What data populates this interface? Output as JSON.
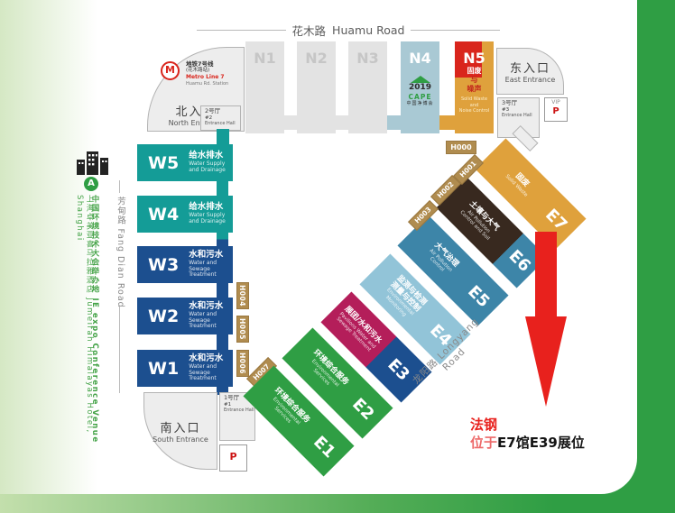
{
  "roads": {
    "huamu": {
      "zh": "花木路",
      "en": "Huamu Road"
    },
    "fangdian": {
      "zh": "芳甸路",
      "en": "Fang Dian Road"
    },
    "longyang": {
      "zh": "龙阳路",
      "en": "Longyang Road"
    }
  },
  "metro": {
    "logo": "M",
    "line_zh": "地铁7号线",
    "station_zh": "(花木路站)",
    "line_en": "Metro Line 7",
    "station_en": "Huamu Rd. Station"
  },
  "entrances": {
    "north": {
      "zh": "北入口",
      "en": "North Entrance"
    },
    "east": {
      "zh": "东入口",
      "en": "East Entrance"
    },
    "south": {
      "zh": "南入口",
      "en": "South Entrance"
    }
  },
  "entrance_halls": {
    "h1": {
      "zh": "1号厅",
      "num": "#1",
      "en": "Entrance Hall"
    },
    "h2": {
      "zh": "2号厅",
      "num": "#2",
      "en": "Entrance Hall"
    },
    "h3": {
      "zh": "3号厅",
      "num": "#3",
      "en": "Entrance Hall"
    }
  },
  "vip": {
    "label": "VIP",
    "p": "P"
  },
  "parking_label": "P",
  "halls_n": {
    "n1": "N1",
    "n2": "N2",
    "n3": "N3",
    "n4": {
      "id": "N4",
      "logo_year": "2019",
      "logo_name": "CAPE",
      "logo_sub": "中国净博会"
    },
    "n5": {
      "id": "N5",
      "zh1": "固废",
      "zh2": "与",
      "zh3": "噪声",
      "en1": "Solid Waste",
      "en2": "and",
      "en3": "Noise Control"
    }
  },
  "halls_w": [
    {
      "id": "W5",
      "zh": "给水排水",
      "en1": "Water Supply",
      "en2": "and Drainage"
    },
    {
      "id": "W4",
      "zh": "给水排水",
      "en1": "Water Supply",
      "en2": "and Drainage"
    },
    {
      "id": "W3",
      "zh": "水和污水",
      "en1": "Water and",
      "en2": "Sewage Treatment"
    },
    {
      "id": "W2",
      "zh": "水和污水",
      "en1": "Water and",
      "en2": "Sewage Treatment"
    },
    {
      "id": "W1",
      "zh": "水和污水",
      "en1": "Water and",
      "en2": "Sewage Treatment"
    }
  ],
  "halls_e": [
    {
      "id": "E1",
      "zh": "环境综合服务",
      "en1": "Environmental",
      "en2": "Services"
    },
    {
      "id": "E2",
      "zh": "环境综合服务",
      "en1": "Environmental",
      "en2": "Services"
    },
    {
      "id": "E3",
      "zh": "展团/水和污水",
      "en1": "Pavilions Water and",
      "en2": "Sewage Treatment"
    },
    {
      "id": "E4",
      "zh1": "监测与检测",
      "zh2": "测量与控制",
      "en1": "Environmental",
      "en2": "Monitoring"
    },
    {
      "id": "E5",
      "zh": "大气治理",
      "en1": "Air Pollution",
      "en2": "Control"
    },
    {
      "id": "E6",
      "zh": "土壤与大气",
      "en1": "Air Pollution",
      "en2": "Control and Soil"
    },
    {
      "id": "E7",
      "zh": "固废",
      "en1": "Solid Waste",
      "en2": ""
    }
  ],
  "corridors": {
    "h000": "H000",
    "h001": "H001",
    "h002": "H002",
    "h003": "H003",
    "h004": "H004",
    "h005": "H005",
    "h006": "H006",
    "h007": "H007"
  },
  "sidebar": {
    "marker": "A",
    "venue": "中国环境技术大会举办地 IE expo Conference Venue",
    "hotel": "上海卓美亚喜马拉雅酒店 Jumeirah Himalayas Hotel, Shanghai"
  },
  "annotation": {
    "company": "法钢",
    "prefix": "位于",
    "location": "E7馆E39展位"
  },
  "colors": {
    "accent_green": "#2f9e44",
    "teal": "#149c97",
    "dark_blue": "#1c4f8f",
    "steel_blue": "#3d85a8",
    "light_blue": "#92c4d8",
    "orange": "#dfa13c",
    "red": "#e8211d",
    "brown": "#38291f",
    "magenta": "#b41e5a",
    "tan": "#b08c4f"
  }
}
